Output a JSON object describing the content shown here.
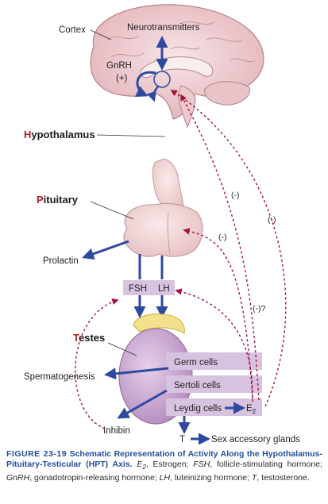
{
  "labels": {
    "cortex": "Cortex",
    "neurotransmitters": "Neurotransmitters",
    "gnrh": "GnRH",
    "gnrh_sign": "(+)",
    "hypothalamus_first": "H",
    "hypothalamus_rest": "ypothalamus",
    "pituitary_first": "P",
    "pituitary_rest": "ituitary",
    "prolactin": "Prolactin",
    "fsh": "FSH",
    "lh": "LH",
    "testes_first": "T",
    "testes_rest": "estes",
    "spermatogenesis": "Spermatogenesis",
    "inhibin": "Inhibin",
    "germ_cells": "Germ cells",
    "sertoli_cells": "Sertoli cells",
    "leydig_cells": "Leydig cells",
    "e2_base": "E",
    "e2_sub": "2",
    "t_label": "T",
    "sex_accessory": "Sex accessory glands",
    "neg1": "(-)",
    "neg2": "(-)",
    "neg3": "(-)",
    "neg4": "(-)?"
  },
  "caption": {
    "figure_number": "FIGURE 23-19",
    "title": "Schematic Representation of Activity Along the Hypothalamus-Pituitary-Testicular (HPT) Axis.",
    "abbr_e2_term": "E",
    "abbr_e2_sub": "2",
    "abbr_e2_def": ", Estrogen;",
    "abbr_fsh_term": "FSH",
    "abbr_fsh_def": ", follicle-stimulating hormone;",
    "abbr_gnrh_term": "GnRH",
    "abbr_gnrh_def": ", gonadotropin-releasing hormone;",
    "abbr_lh_term": "LH",
    "abbr_lh_def": ", luteinizing hormone;",
    "abbr_t_term": "T",
    "abbr_t_def": ", testosterone."
  },
  "colors": {
    "arrow_blue": "#2e4a9e",
    "feedback_red": "#a3143a",
    "box_purple": "#d7c2e0",
    "brain_pink": "#f0d3d6",
    "pituitary_pink": "#f2d6d6",
    "testis_purple": "#c9a8d0",
    "epididymis_yellow": "#f4e08a",
    "organ_red": "#b01d2a",
    "caption_blue": "#1f4e9c"
  }
}
